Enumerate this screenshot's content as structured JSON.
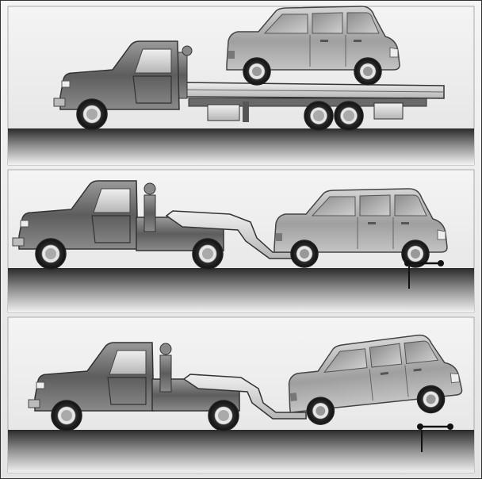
{
  "figure": {
    "panels": [
      {
        "id": "flatbed",
        "truck": "flatbed-tow-truck",
        "car": "compact-suv",
        "car_position": "on-bed",
        "dollies": false
      },
      {
        "id": "wheel-lift-front",
        "truck": "wheel-lift-tow-truck",
        "car": "compact-suv",
        "car_position": "front-lifted",
        "dollies": true
      },
      {
        "id": "wheel-lift-rear",
        "truck": "wheel-lift-tow-truck",
        "car": "compact-suv",
        "car_position": "front-lifted-dolly",
        "dollies": true
      }
    ],
    "colors": {
      "background": "#ececec",
      "border": "#333333",
      "divider": "#ffffff",
      "ground_dark": "#2a2a2a",
      "ground_light": "#f2f2f2",
      "truck_body": "#6e6e6e",
      "truck_light": "#d8d8d8",
      "car_body": "#a9a9a9",
      "car_light": "#e2e2e2"
    }
  }
}
